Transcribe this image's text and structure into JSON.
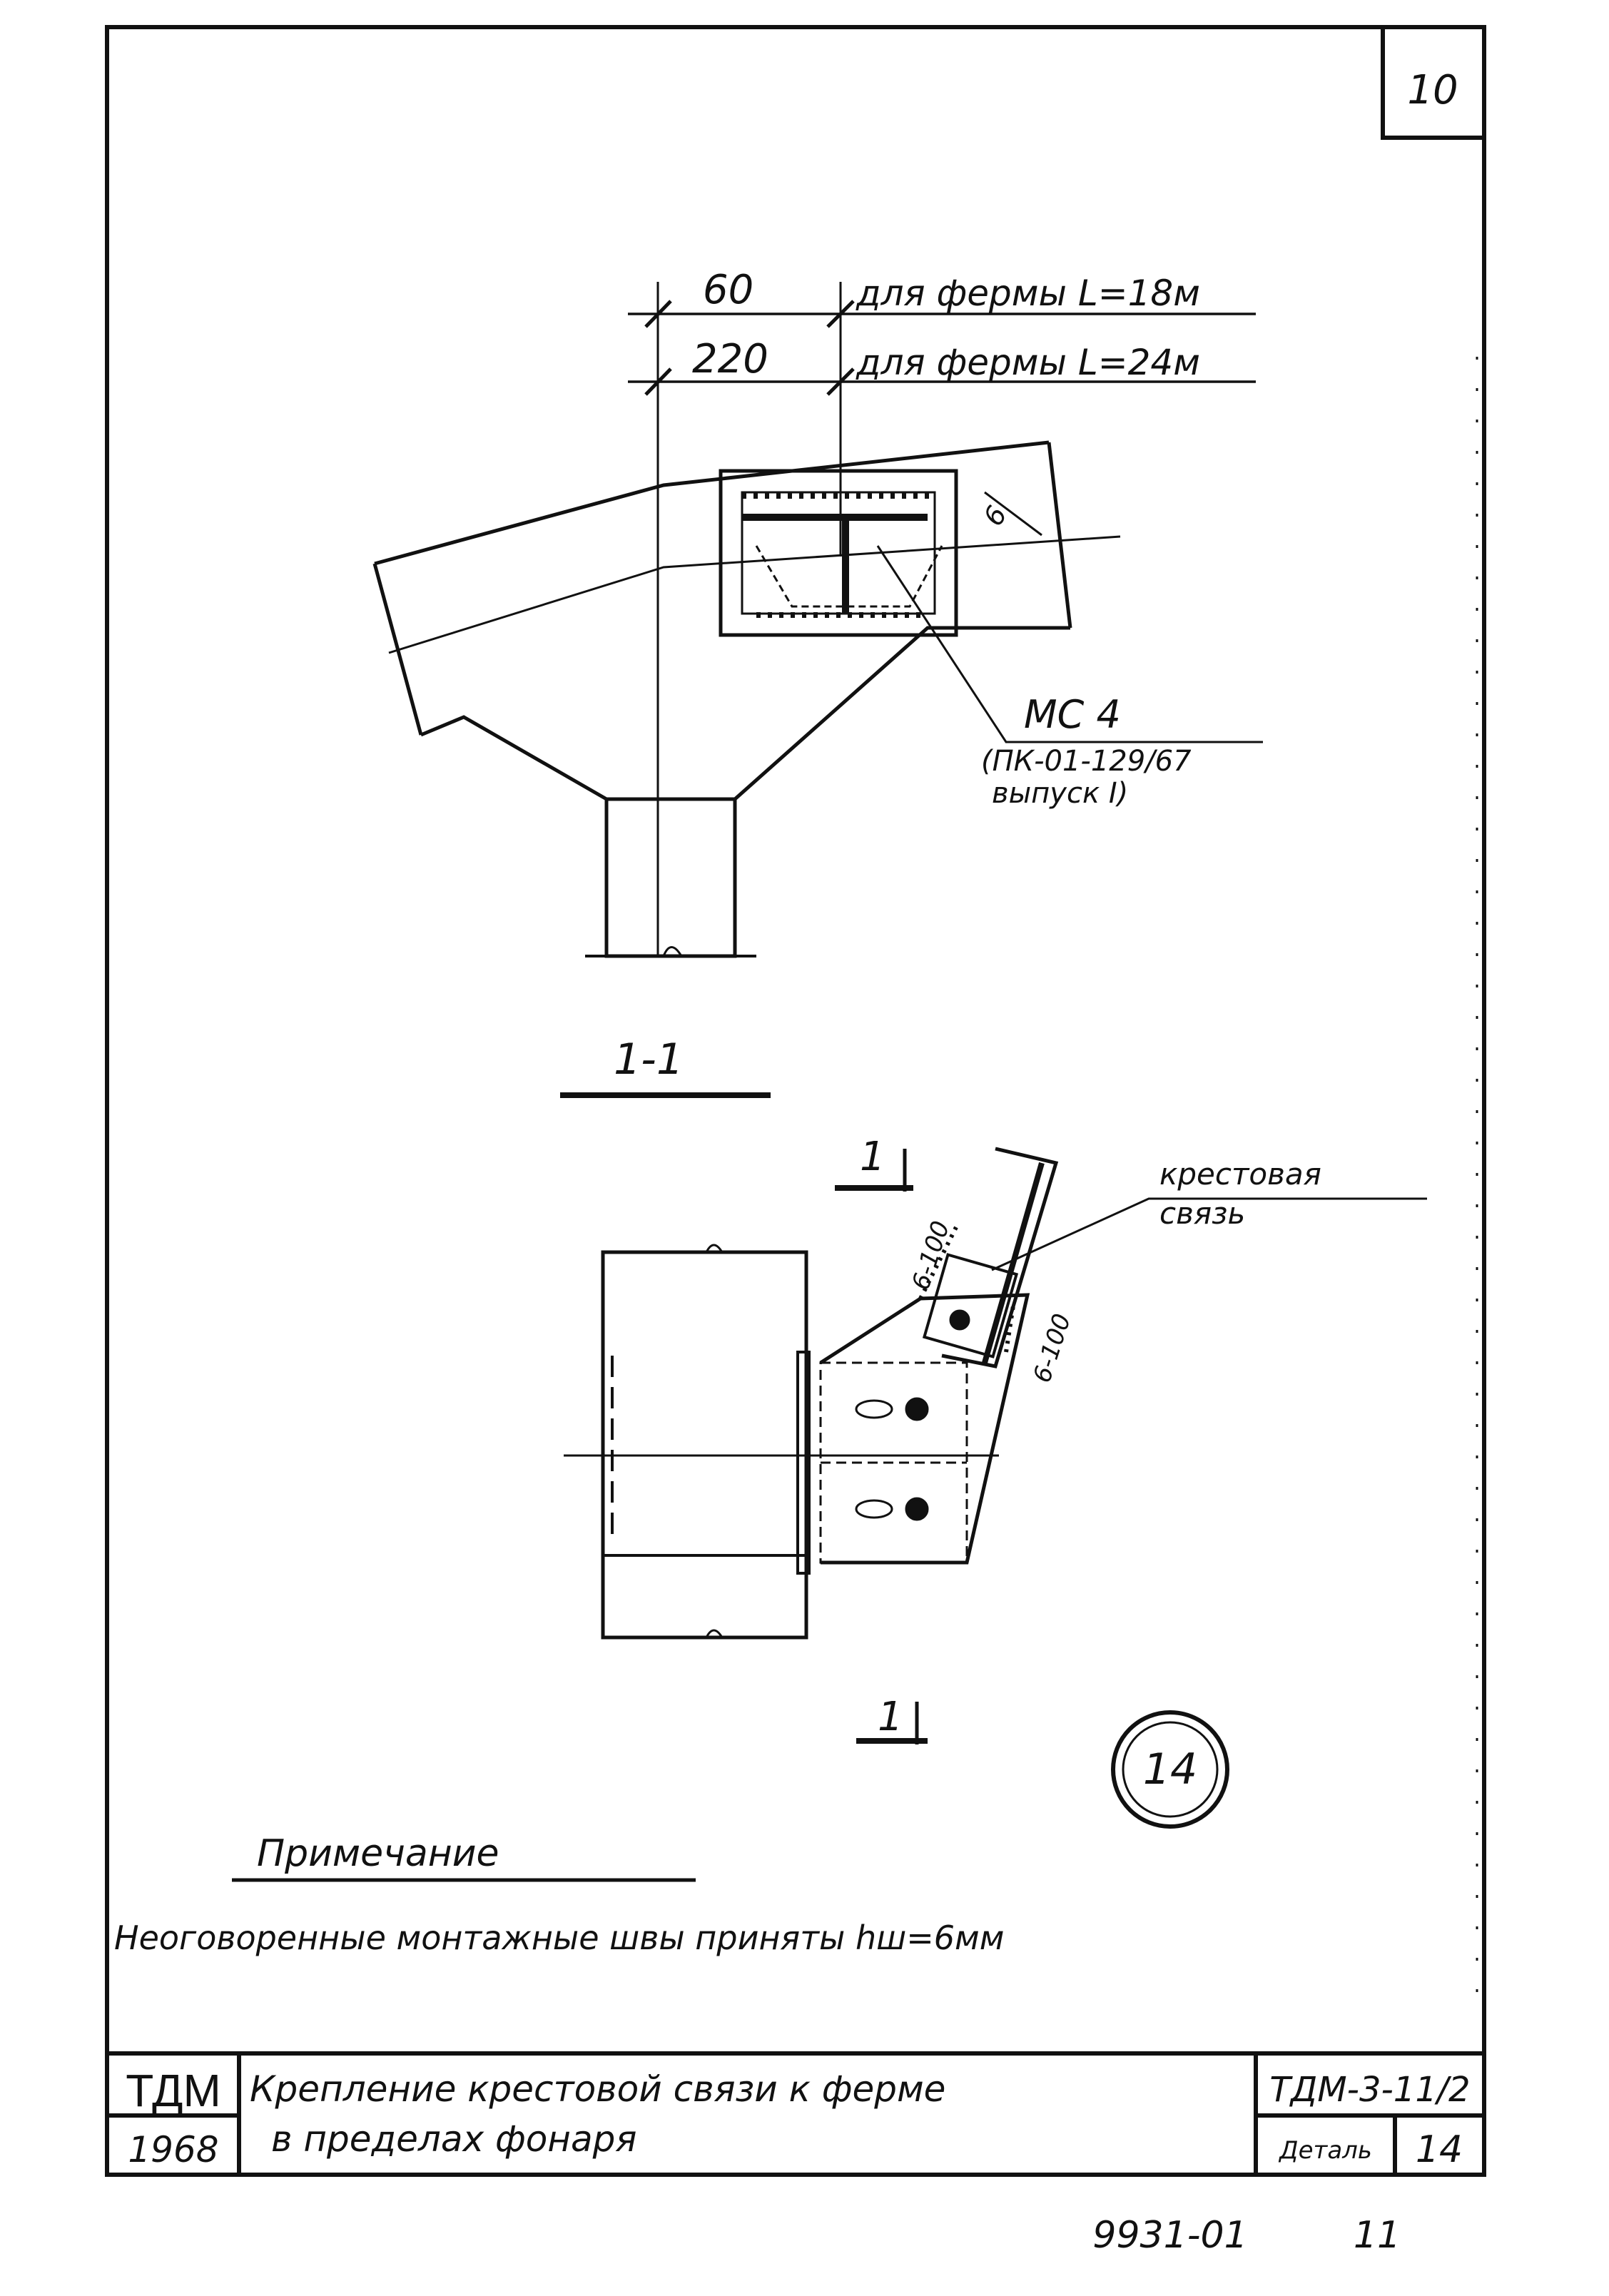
{
  "sheet": {
    "sheet_number": "10",
    "dimensions": {
      "dim1_value": "60",
      "dim1_note": "для фермы L=18м",
      "dim2_value": "220",
      "dim2_note": "для фермы L=24м"
    },
    "weld_small": "6",
    "callout_mc": {
      "line1": "МС 4",
      "line2": "(ПК-01-129/67",
      "line3": "выпуск I)"
    },
    "section_mark": "1-1",
    "section_arrow_label": "1",
    "brace_label": {
      "line1": "крестовая",
      "line2": "связь"
    },
    "weld_1": "6-100",
    "weld_2": "6-100",
    "detail_circle": "14",
    "note_title": "Примечание",
    "note_text": "Неоговоренные монтажные швы приняты hш=6мм"
  },
  "title_block": {
    "org": "ТДМ",
    "year": "1968",
    "title_line1": "Крепление крестовой связи к ферме",
    "title_line2": "в пределах фонаря",
    "code": "ТДМ-3-11/2",
    "detail_label": "Деталь",
    "detail_number": "14"
  },
  "footer": {
    "archive_number": "9931-01",
    "page": "11"
  },
  "colors": {
    "ink": "#111111",
    "paper": "#ffffff"
  }
}
